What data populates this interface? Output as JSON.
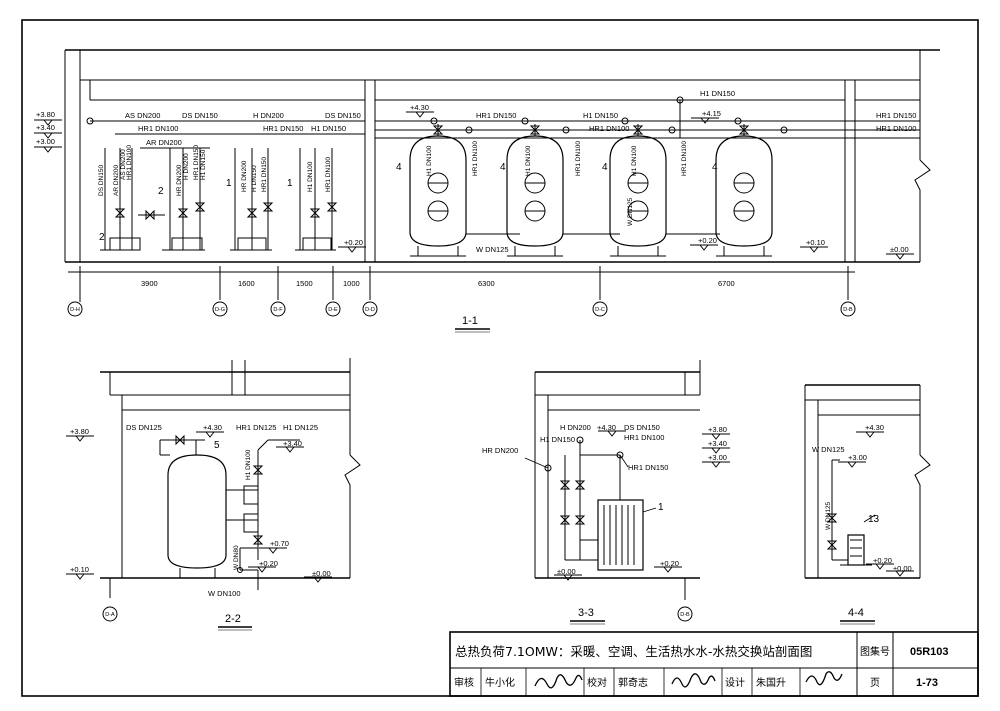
{
  "sheet": {
    "title": "总热负荷7.1OMW：采暖、空调、生活热水水-水热交换站剖面图",
    "atlas_label": "图集号",
    "atlas_no": "05R103",
    "page_label": "页",
    "page_no": "1-73",
    "review_label": "审核",
    "review_name": "牛小化",
    "check_label": "校对",
    "check_name": "郭奇志",
    "design_label": "设计",
    "design_name": "朱国升"
  },
  "section_1_1": {
    "title": "1-1",
    "elevations": [
      "+3.80",
      "+3.40",
      "+3.00",
      "+4.30",
      "+4.15",
      "+0.20",
      "+0.20",
      "+0.10",
      "±0.00"
    ],
    "pipes": [
      "AS DN200",
      "DS DN150",
      "H DN200",
      "DS DN150",
      "HR1 DN100",
      "AR DN200",
      "HR1 DN150",
      "H1 DN150",
      "HR1 DN150",
      "H1 DN150",
      "HR1 DN100",
      "H1 DN150",
      "HR1 DN150",
      "HR1 DN100",
      "W DN125"
    ],
    "vertical_labels": [
      "DS DN150",
      "AR DN200",
      "AS DN200",
      "HR1 DN100",
      "HR DN200",
      "H DN200",
      "HR1 DN150",
      "H1 DN150",
      "HR DN200",
      "H DN150",
      "HR1 DN150",
      "H1 DN100",
      "HR1 DN100",
      "H1 DN100",
      "HR1 DN100",
      "H1 DN100",
      "W DN125",
      "HR1 DN100",
      "H1 DN100",
      "HR1 DN100"
    ],
    "callouts": [
      "2",
      "2",
      "1",
      "1",
      "4",
      "4",
      "4",
      "4"
    ],
    "dims": [
      "3900",
      "1600",
      "1500",
      "1000",
      "6300",
      "6700"
    ],
    "axes": [
      "D-H",
      "D-G",
      "D-F",
      "D-E",
      "D-D",
      "D-C",
      "D-B"
    ]
  },
  "section_2_2": {
    "title": "2-2",
    "pipes": [
      "DS DN125",
      "HR1 DN125",
      "H1 DN125",
      "W DN100"
    ],
    "elevations": [
      "+3.80",
      "+4.30",
      "+3.40",
      "+0.70",
      "+0.20",
      "+0.10",
      "±0.00"
    ],
    "vertical_labels": [
      "H1 DN100",
      "W DN80"
    ],
    "callouts": [
      "5"
    ],
    "axis": "D-A"
  },
  "section_3_3": {
    "title": "3-3",
    "pipes": [
      "H DN200",
      "H1 DN150",
      "DS DN150",
      "HR1 DN100",
      "HR DN200",
      "HR1 DN150"
    ],
    "elevations": [
      "+4.30",
      "+3.80",
      "+3.40",
      "+3.00",
      "±0.00",
      "+0.20"
    ],
    "callouts": [
      "1"
    ],
    "axis": "D-B"
  },
  "section_4_4": {
    "title": "4-4",
    "pipes": [
      "W DN125"
    ],
    "elevations": [
      "+4.30",
      "+3.00",
      "+0.20",
      "±0.00"
    ],
    "vertical_labels": [
      "W DN125"
    ],
    "callouts": [
      "13"
    ]
  }
}
